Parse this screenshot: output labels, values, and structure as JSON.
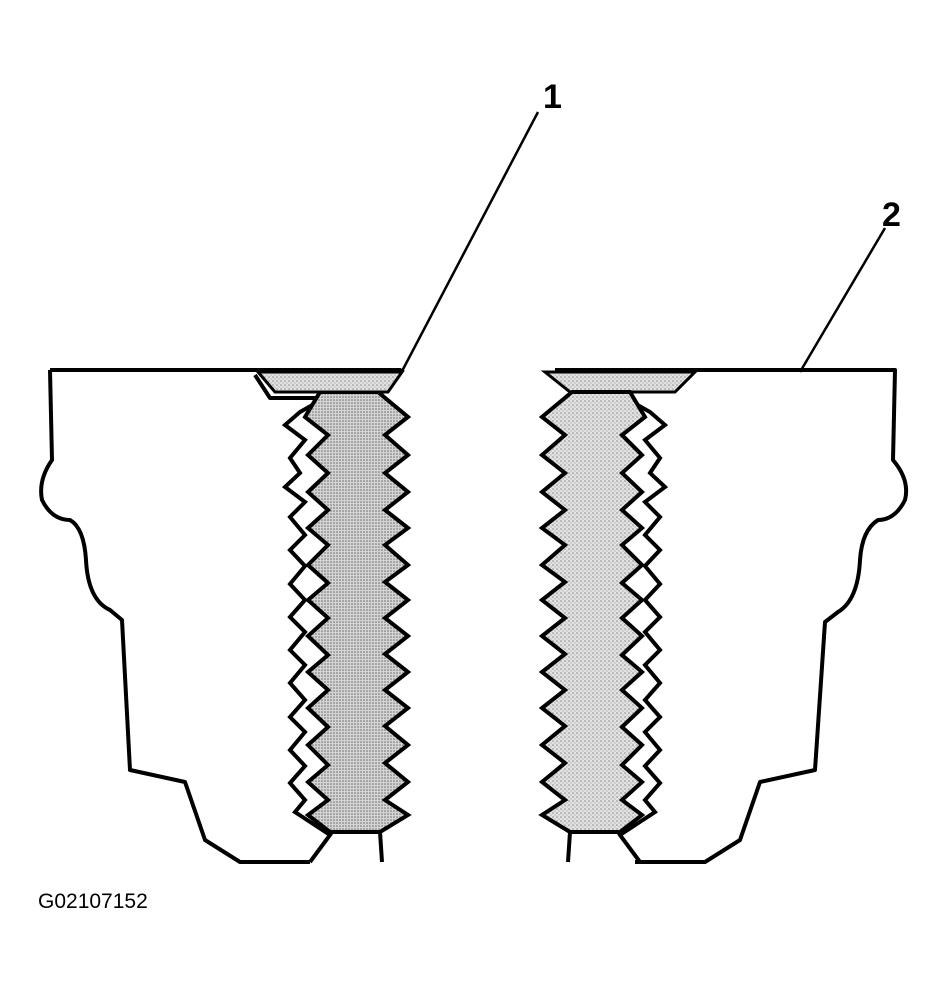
{
  "callouts": [
    {
      "id": "1",
      "label": "1"
    },
    {
      "id": "2",
      "label": "2"
    }
  ],
  "figure_code": "G02107152",
  "colors": {
    "line": "#000000",
    "fill_light": "#d9d9d9",
    "fill_dark": "#c4c4c4",
    "background": "#ffffff"
  }
}
